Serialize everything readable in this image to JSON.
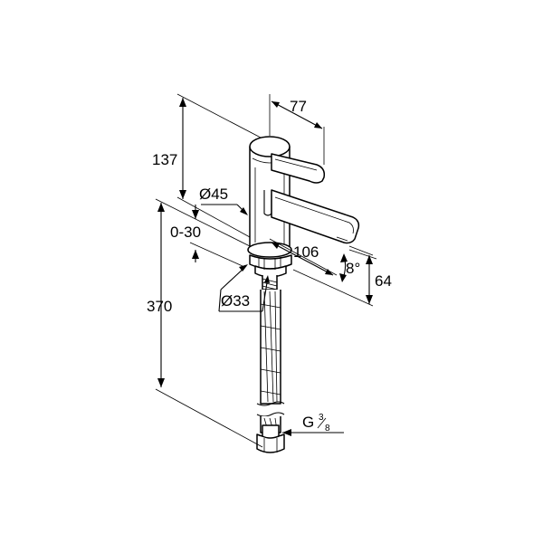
{
  "dimensions": {
    "handle_offset": "77",
    "upper_height": "137",
    "base_diameter": "Ø45",
    "countertop_range": "0-30",
    "spout_reach": "106",
    "spout_angle": "8°",
    "spout_height": "64",
    "shank_diameter": "Ø33",
    "total_height": "370",
    "thread_prefix": "G",
    "thread_num": "3",
    "thread_den": "8"
  }
}
